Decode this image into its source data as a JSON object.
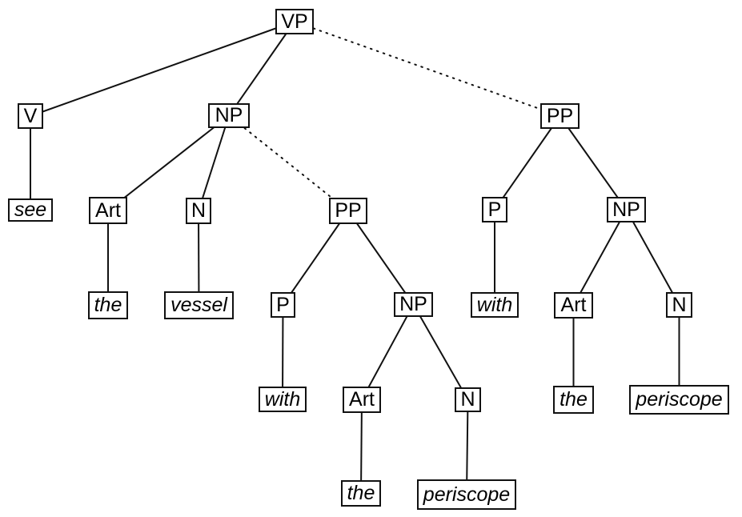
{
  "tree": {
    "kind": "syntax-parse-tree",
    "colors": {
      "background": "#ffffff",
      "line": "#111111",
      "box_border": "#111111",
      "text": "#000000"
    },
    "nodes": {
      "vp": {
        "label": "VP",
        "kind": "phrase"
      },
      "v": {
        "label": "V",
        "kind": "category"
      },
      "np_obj": {
        "label": "NP",
        "kind": "phrase"
      },
      "pp_high": {
        "label": "PP",
        "kind": "phrase"
      },
      "see": {
        "label": "see",
        "kind": "word"
      },
      "art_l": {
        "label": "Art",
        "kind": "category"
      },
      "n_l": {
        "label": "N",
        "kind": "category"
      },
      "pp_low": {
        "label": "PP",
        "kind": "phrase"
      },
      "p_r": {
        "label": "P",
        "kind": "category"
      },
      "np_r": {
        "label": "NP",
        "kind": "phrase"
      },
      "the_l": {
        "label": "the",
        "kind": "word"
      },
      "vessel": {
        "label": "vessel",
        "kind": "word"
      },
      "p_m": {
        "label": "P",
        "kind": "category"
      },
      "np_m": {
        "label": "NP",
        "kind": "phrase"
      },
      "with_r": {
        "label": "with",
        "kind": "word"
      },
      "art_r": {
        "label": "Art",
        "kind": "category"
      },
      "n_r": {
        "label": "N",
        "kind": "category"
      },
      "with_m": {
        "label": "with",
        "kind": "word"
      },
      "art_m": {
        "label": "Art",
        "kind": "category"
      },
      "n_m": {
        "label": "N",
        "kind": "category"
      },
      "the_r": {
        "label": "the",
        "kind": "word"
      },
      "periscope_r": {
        "label": "periscope",
        "kind": "word"
      },
      "the_m": {
        "label": "the",
        "kind": "word"
      },
      "periscope_m": {
        "label": "periscope",
        "kind": "word"
      }
    },
    "edges": [
      {
        "from": "vp",
        "to": "v",
        "style": "solid"
      },
      {
        "from": "vp",
        "to": "np_obj",
        "style": "solid"
      },
      {
        "from": "vp",
        "to": "pp_high",
        "style": "dotted"
      },
      {
        "from": "v",
        "to": "see",
        "style": "solid"
      },
      {
        "from": "np_obj",
        "to": "art_l",
        "style": "solid"
      },
      {
        "from": "np_obj",
        "to": "n_l",
        "style": "solid"
      },
      {
        "from": "np_obj",
        "to": "pp_low",
        "style": "dotted"
      },
      {
        "from": "art_l",
        "to": "the_l",
        "style": "solid"
      },
      {
        "from": "n_l",
        "to": "vessel",
        "style": "solid"
      },
      {
        "from": "pp_low",
        "to": "p_m",
        "style": "solid"
      },
      {
        "from": "pp_low",
        "to": "np_m",
        "style": "solid"
      },
      {
        "from": "p_m",
        "to": "with_m",
        "style": "solid"
      },
      {
        "from": "np_m",
        "to": "art_m",
        "style": "solid"
      },
      {
        "from": "np_m",
        "to": "n_m",
        "style": "solid"
      },
      {
        "from": "art_m",
        "to": "the_m",
        "style": "solid"
      },
      {
        "from": "n_m",
        "to": "periscope_m",
        "style": "solid"
      },
      {
        "from": "pp_high",
        "to": "p_r",
        "style": "solid"
      },
      {
        "from": "pp_high",
        "to": "np_r",
        "style": "solid"
      },
      {
        "from": "p_r",
        "to": "with_r",
        "style": "solid"
      },
      {
        "from": "np_r",
        "to": "art_r",
        "style": "solid"
      },
      {
        "from": "np_r",
        "to": "n_r",
        "style": "solid"
      },
      {
        "from": "art_r",
        "to": "the_r",
        "style": "solid"
      },
      {
        "from": "n_r",
        "to": "periscope_r",
        "style": "solid"
      }
    ]
  }
}
